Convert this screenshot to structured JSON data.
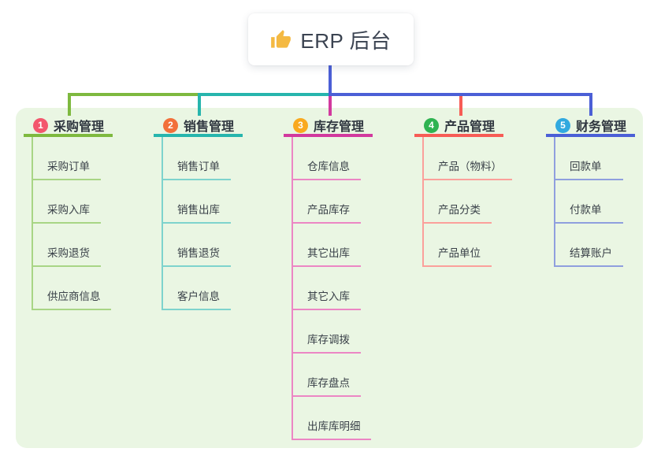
{
  "root": {
    "label": "ERP 后台",
    "icon": "thumbs-up-icon",
    "icon_color": "#f4b942"
  },
  "colors": {
    "page_bg": "#ffffff",
    "panel_bg": "#eaf6e3",
    "root_line_blue": "#4b5fd6",
    "root_text": "#3b4351"
  },
  "branches": [
    {
      "badge": "1",
      "label": "采购管理",
      "badge_color": "#f3566d",
      "color": "#7eb93f",
      "light_color": "#a8d585",
      "children": [
        "采购订单",
        "采购入库",
        "采购退货",
        "供应商信息"
      ]
    },
    {
      "badge": "2",
      "label": "销售管理",
      "badge_color": "#f2703a",
      "color": "#27b5ad",
      "light_color": "#7ed3cd",
      "children": [
        "销售订单",
        "销售出库",
        "销售退货",
        "客户信息"
      ]
    },
    {
      "badge": "3",
      "label": "库存管理",
      "badge_color": "#f9a91f",
      "color": "#d2399e",
      "light_color": "#ec86c4",
      "children": [
        "仓库信息",
        "产品库存",
        "其它出库",
        "其它入库",
        "库存调拨",
        "库存盘点",
        "出库库明细"
      ]
    },
    {
      "badge": "4",
      "label": "产品管理",
      "badge_color": "#2fb351",
      "color": "#f75c55",
      "light_color": "#fba09b",
      "children": [
        "产品（物料）",
        "产品分类",
        "产品单位"
      ]
    },
    {
      "badge": "5",
      "label": "财务管理",
      "badge_color": "#31a9df",
      "color": "#4b5fd6",
      "light_color": "#8f9fde",
      "children": [
        "回款单",
        "付款单",
        "结算账户"
      ]
    }
  ]
}
